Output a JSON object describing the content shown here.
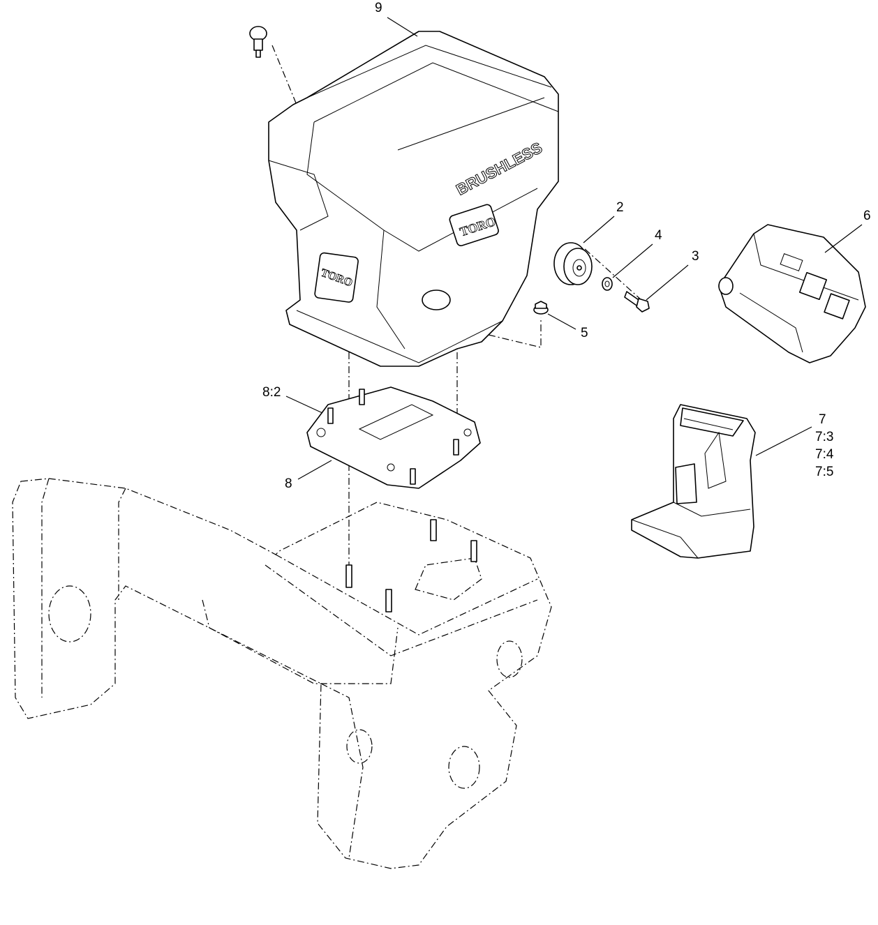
{
  "diagram": {
    "callouts": {
      "c9": "9",
      "c2": "2",
      "c4": "4",
      "c3": "3",
      "c6": "6",
      "c5": "5",
      "c8_2": "8:2",
      "c8": "8",
      "c7": "7",
      "c7_3": "7:3",
      "c7_4": "7:4",
      "c7_5": "7:5"
    },
    "logos": {
      "motor_top": "BRUSHLESS",
      "brand_front": "TORO",
      "brand_side": "TORO"
    },
    "colors": {
      "line": "#000000",
      "background": "#ffffff"
    }
  }
}
